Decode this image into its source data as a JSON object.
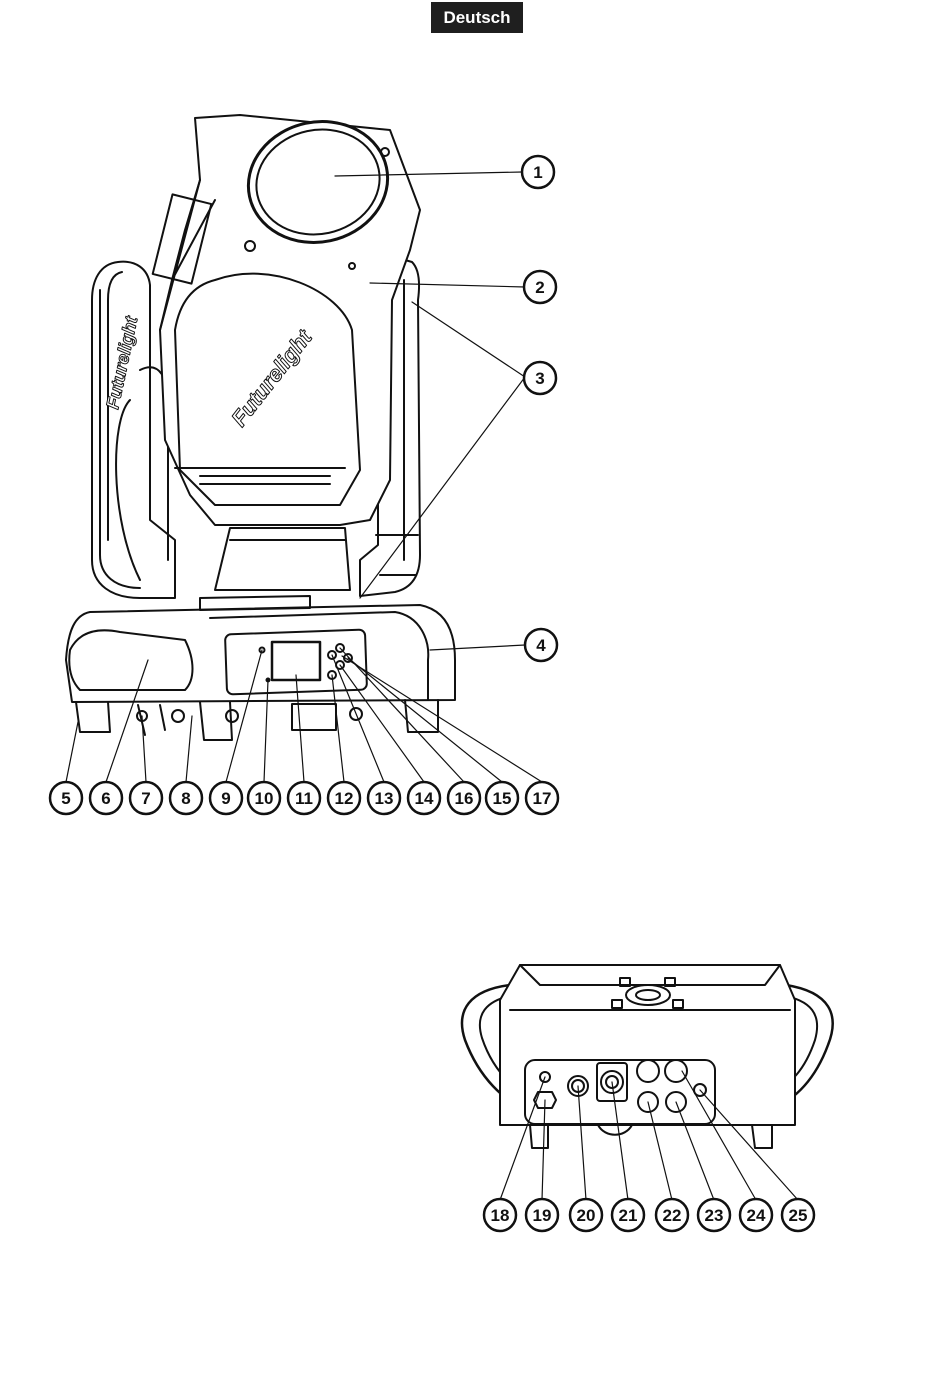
{
  "header": {
    "language_badge": "Deutsch"
  },
  "brand": {
    "logo_text": "Futurelight"
  },
  "front_view": {
    "callouts": [
      "1",
      "2",
      "3",
      "4",
      "5",
      "6",
      "7",
      "8",
      "9",
      "10",
      "11",
      "12",
      "13",
      "14",
      "16",
      "15",
      "17"
    ]
  },
  "rear_view": {
    "callouts": [
      "18",
      "19",
      "20",
      "21",
      "22",
      "23",
      "24",
      "25"
    ]
  }
}
